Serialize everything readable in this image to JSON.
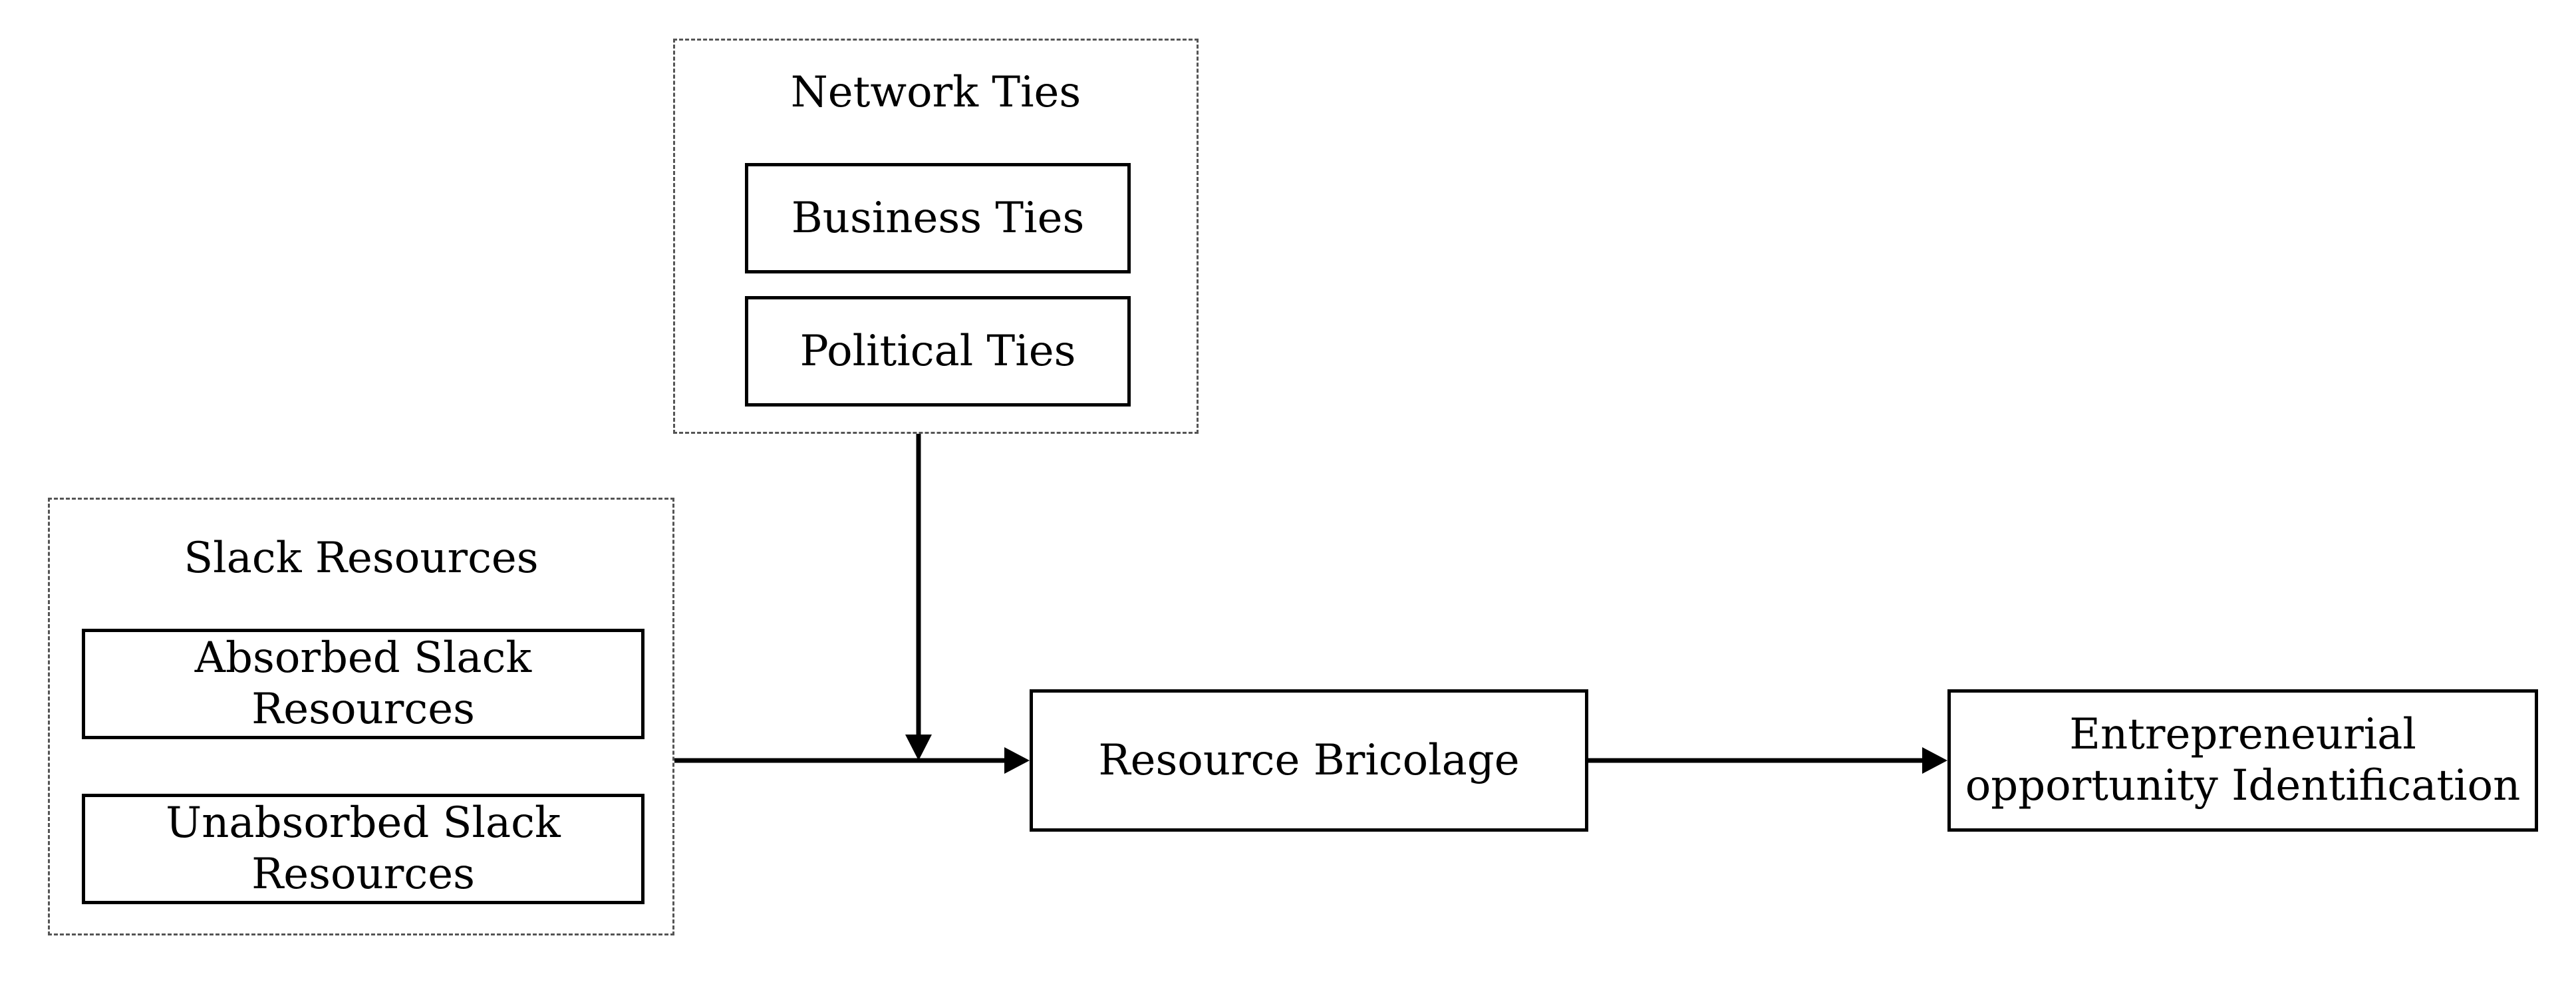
{
  "network_ties": {
    "title": "Network Ties",
    "items": [
      {
        "label": "Business Ties"
      },
      {
        "label": "Political Ties"
      }
    ]
  },
  "slack_resources": {
    "title": "Slack Resources",
    "items": [
      {
        "label": "Absorbed Slack\nResources"
      },
      {
        "label": "Unabsorbed Slack\nResources"
      }
    ]
  },
  "mediator": {
    "label": "Resource Bricolage"
  },
  "outcome": {
    "label": "Entrepreneurial\nopportunity Identification"
  },
  "colors": {
    "line": "#000000",
    "dashed_border": "#555555",
    "background": "#ffffff"
  }
}
